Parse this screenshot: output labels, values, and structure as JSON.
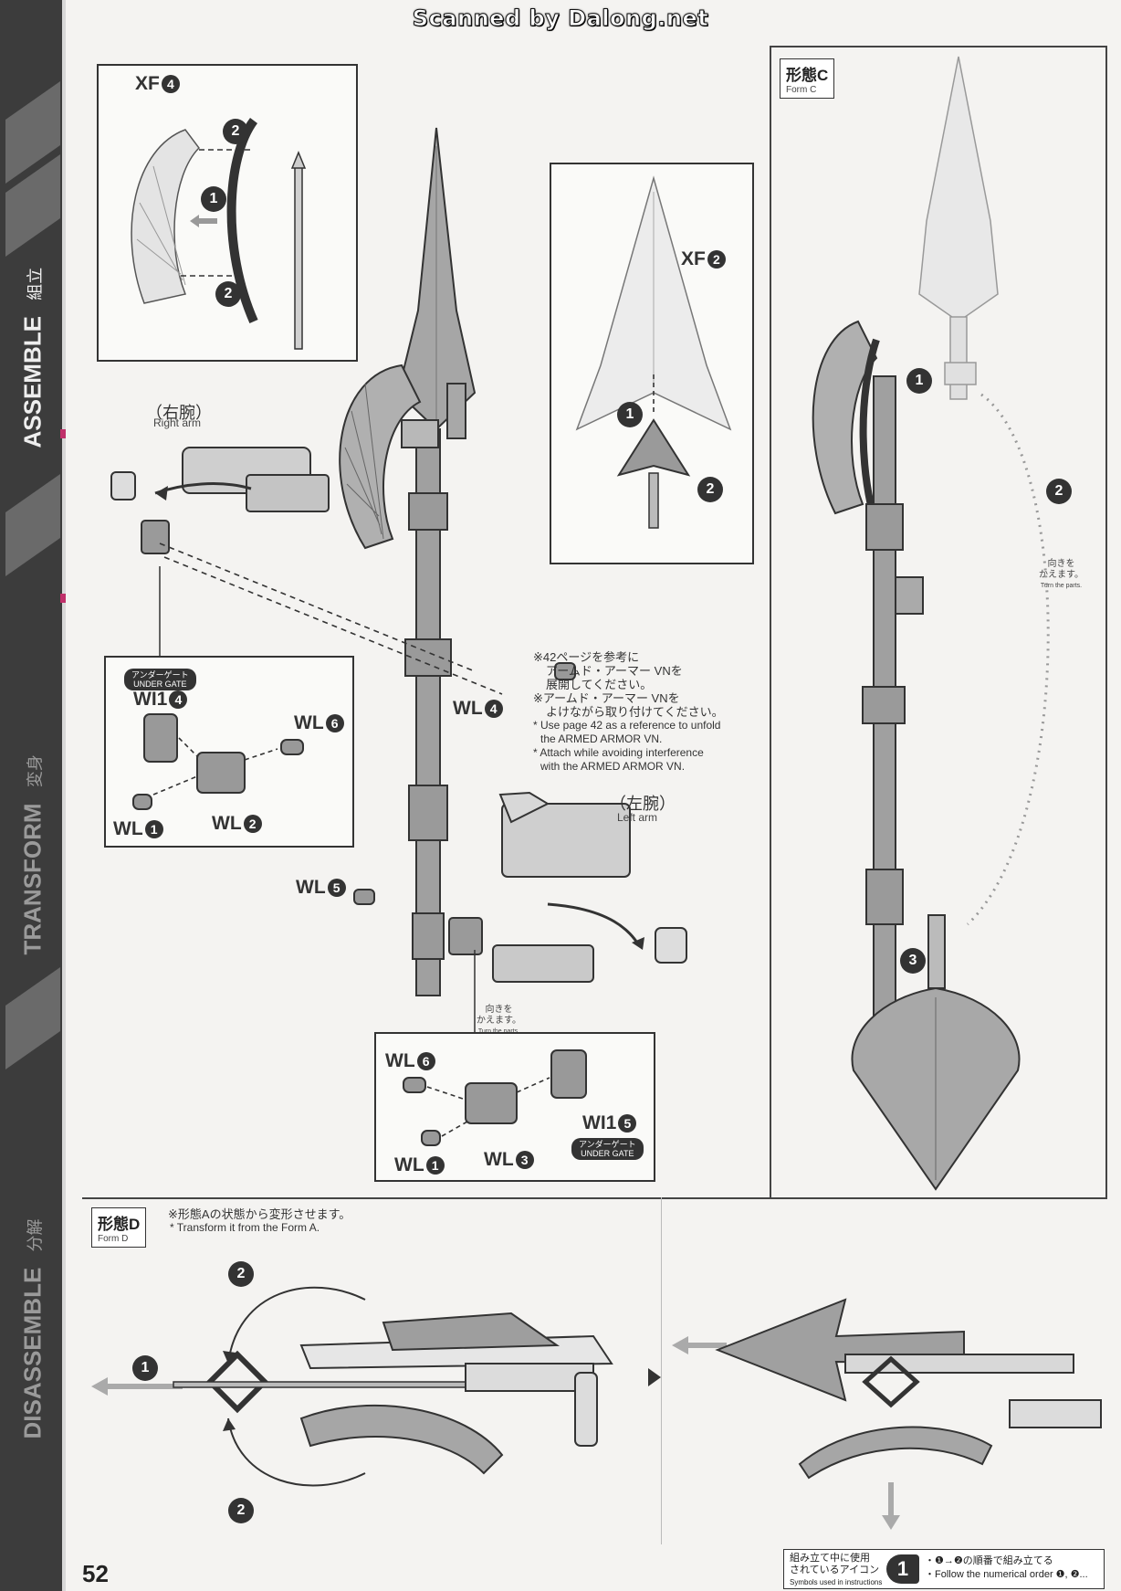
{
  "scan_header": "Scanned by Dalong.net",
  "page_number": "52",
  "sidebar": {
    "sections": [
      {
        "en": "ASSEMBLE",
        "jp": "組立",
        "active": true
      },
      {
        "en": "TRANSFORM",
        "jp": "変身",
        "active": false
      },
      {
        "en": "DISASSEMBLE",
        "jp": "分解",
        "active": false
      }
    ]
  },
  "parts": {
    "xf4": "XF",
    "xf4_num": "4",
    "xf2": "XF",
    "xf2_num": "2",
    "wl4": "WL",
    "wl4_num": "4",
    "wl5": "WL",
    "wl5_num": "5",
    "wl6_a": "WL",
    "wl6_a_num": "6",
    "wl1_a": "WL",
    "wl1_a_num": "1",
    "wl2": "WL",
    "wl2_num": "2",
    "wi14": "WI1",
    "wi14_num": "4",
    "wl6_b": "WL",
    "wl6_b_num": "6",
    "wl1_b": "WL",
    "wl1_b_num": "1",
    "wl3": "WL",
    "wl3_num": "3",
    "wi15": "WI1",
    "wi15_num": "5"
  },
  "under_gate": {
    "jp": "アンダーゲート",
    "en": "UNDER GATE"
  },
  "right_arm": {
    "jp": "（右腕）",
    "en": "Right arm"
  },
  "left_arm": {
    "jp": "（左腕）",
    "en": "Left arm"
  },
  "turn_parts": {
    "jp1": "向きを",
    "jp2": "かえます。",
    "en": "Turn the parts."
  },
  "note": {
    "jp1": "※42ページを参考に",
    "jp2": "アームド・アーマー VNを",
    "jp3": "展開してください。",
    "jp4": "※アームド・アーマー VNを",
    "jp5": "よけながら取り付けてください。",
    "en1": "* Use page 42 as a reference to unfold",
    "en2": "the ARMED ARMOR VN.",
    "en3": "* Attach while avoiding interference",
    "en4": "with the ARMED ARMOR VN."
  },
  "form_c": {
    "jp": "形態C",
    "en": "Form C"
  },
  "form_d": {
    "jp": "形態D",
    "en": "Form D",
    "note_jp": "※形態Aの状態から変形させます。",
    "note_en": "* Transform it from the Form A."
  },
  "steps": [
    "1",
    "2",
    "3"
  ],
  "footer": {
    "caption_jp1": "組み立て中に使用",
    "caption_jp2": "されているアイコン",
    "caption_en": "Symbols used in instructions",
    "icon": "1",
    "desc_jp": "・❶→❷の順番で組み立てる",
    "desc_en": "・Follow the numerical order ❶, ❷..."
  },
  "colors": {
    "ink": "#333333",
    "part_gray": "#9a9a9a",
    "light_part": "#d9d9d9",
    "sidebar": "#3c3c3c",
    "accent": "#c0306a"
  }
}
